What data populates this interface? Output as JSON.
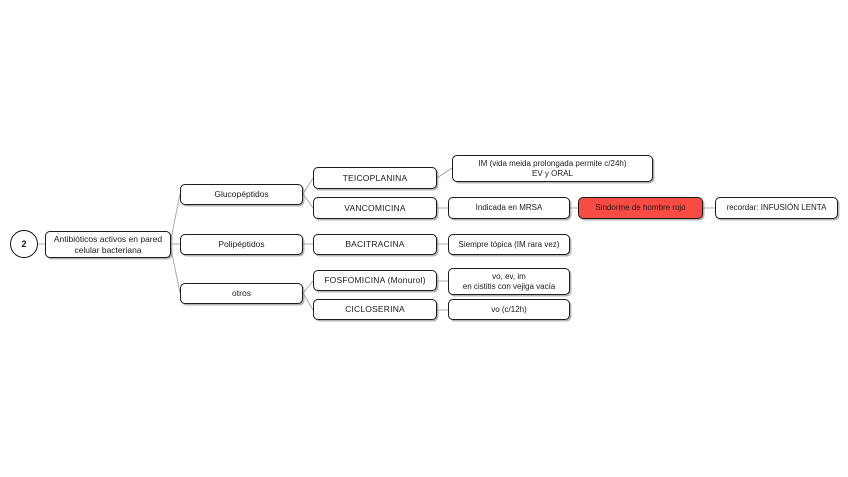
{
  "diagram": {
    "title_badge": "2",
    "root": {
      "label": "Antibióticos activos en pared\ncelular bacteriana"
    },
    "accent_red": "#F74B44",
    "categories": [
      {
        "id": "glucopeptidos",
        "label": "Glucopéptidos"
      },
      {
        "id": "polipeptidos",
        "label": "Polipéptidos"
      },
      {
        "id": "otros",
        "label": "otros"
      }
    ],
    "drugs": [
      {
        "id": "teicoplanina",
        "label": "TEICOPLANINA"
      },
      {
        "id": "vancomicina",
        "label": "VANCOMICINA"
      },
      {
        "id": "bacitracina",
        "label": "BACITRACINA"
      },
      {
        "id": "fosfomicina",
        "label": "FOSFOMICINA (Monurol)"
      },
      {
        "id": "cicloserina",
        "label": "CICLOSERINA"
      }
    ],
    "details": [
      {
        "id": "teicoplanina-detail",
        "label": "IM (vida meida prolongada permite c/24h)\nEV y ORAL"
      },
      {
        "id": "vancomicina-detail",
        "label": "Indicada en MRSA"
      },
      {
        "id": "bacitracina-detail",
        "label": "Siempre tópica (IM rara vez)"
      },
      {
        "id": "fosfomicina-detail",
        "label": "vo, ev, im\nen cistitis con vejiga vacía"
      },
      {
        "id": "cicloserina-detail",
        "label": "vo (c/12h)"
      }
    ],
    "warning": {
      "id": "sindrome-hombre-rojo",
      "label": "Sindorme de hombre rojo"
    },
    "reminder": {
      "id": "infusion-lenta",
      "label": "recordar: INFUSIÓN LENTA"
    }
  }
}
